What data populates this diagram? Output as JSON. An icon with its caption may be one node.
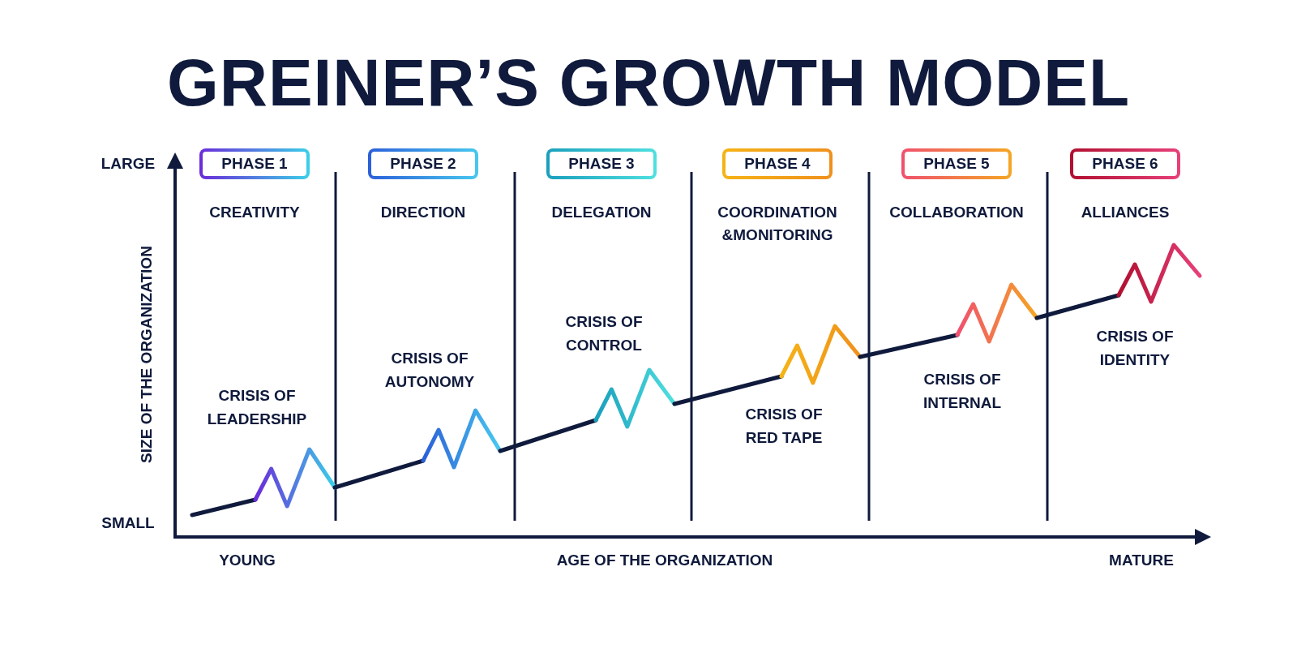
{
  "diagram": {
    "title": "GREINER’S GROWTH MODEL",
    "nodes": [
      {
        "text": [
          "PHASE 1"
        ],
        "beside": [
          "CREATIVITY"
        ]
      },
      {
        "text": [
          "PHASE 2"
        ],
        "beside": [
          "DIRECTION"
        ]
      },
      {
        "text": [
          "PHASE 3"
        ],
        "beside": [
          "DELEGATION"
        ]
      },
      {
        "text": [
          "PHASE 4"
        ],
        "beside": [
          "COORDINATION &MONITORING"
        ]
      },
      {
        "text": [
          "PHASE 5"
        ],
        "beside": [
          "COLLABORATION"
        ]
      },
      {
        "text": [
          "PHASE 6"
        ],
        "beside": [
          "ALLIANCES"
        ]
      }
    ],
    "edges": [],
    "labels": [
      "LARGE",
      "SIZE OF THE ORGANIZATION",
      "SMALL",
      "CRISIS OF LEADERSHIP",
      "CRISIS OF AUTONOMY",
      "CRISIS OF CONTROL",
      "CRISIS OF RED TAPE",
      "CRISIS OF INTERNAL",
      "CRISIS OF IDENTITY",
      "YOUNG",
      "AGE OF THE ORGANIZATION",
      "MATURE"
    ]
  }
}
